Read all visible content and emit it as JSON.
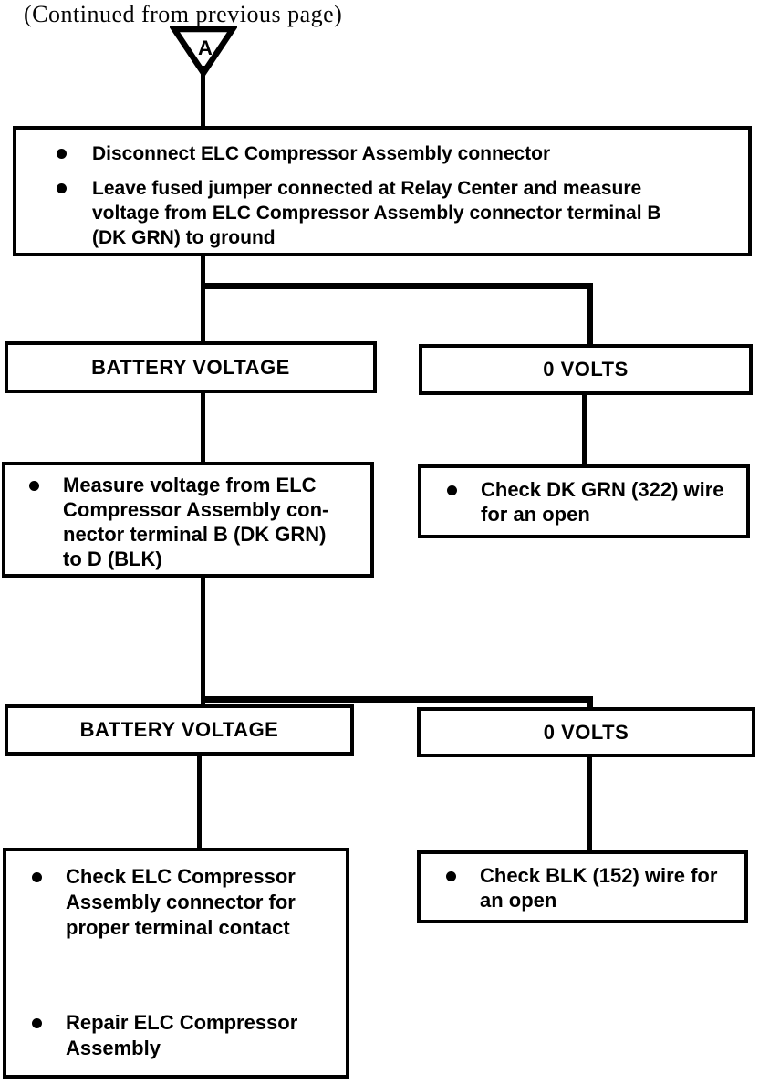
{
  "page": {
    "continued_label": "(Continued from previous page)",
    "connector_label": "A",
    "ink_color": "#000000",
    "paper_color": "#ffffff"
  },
  "flow": {
    "step1": {
      "bullets": [
        "Disconnect ELC Compressor Assembly connector",
        "Leave fused jumper connected at Relay Center and measure voltage from ELC Compressor Assembly connector terminal B (DK GRN) to ground"
      ]
    },
    "branch1": {
      "left_result": "BATTERY VOLTAGE",
      "right_result": "0 VOLTS",
      "left_action_bullets": [
        "Measure voltage from ELC Compressor Assembly con-nector terminal B (DK GRN) to D (BLK)"
      ],
      "right_action_bullets": [
        "Check DK GRN (322) wire for an open"
      ]
    },
    "branch2": {
      "left_result": "BATTERY VOLTAGE",
      "right_result": "0 VOLTS",
      "left_action_bullets": [
        "Check ELC Compressor Assembly connector for proper terminal contact",
        "Repair ELC Compressor Assembly"
      ],
      "right_action_bullets": [
        "Check BLK (152) wire for an open"
      ]
    }
  }
}
